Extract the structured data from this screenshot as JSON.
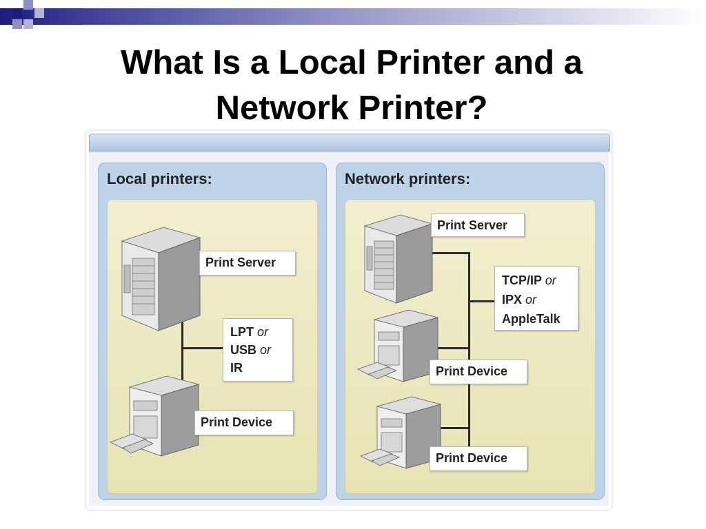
{
  "slide": {
    "title_line1": "What Is a Local Printer and a",
    "title_line2": "Network Printer?"
  },
  "colors": {
    "accent_dark": "#1c1c7a",
    "panel_blue": "#bdd3ea",
    "panel_inner": "#ede9c2"
  },
  "local": {
    "heading": "Local printers:",
    "print_server": "Print Server",
    "connection_line1": "LPT",
    "connection_line2": "USB",
    "connection_line3": "IR",
    "or": "or",
    "print_device": "Print Device"
  },
  "network": {
    "heading": "Network printers:",
    "print_server": "Print Server",
    "protocol_line1": "TCP/IP",
    "protocol_line2": "IPX",
    "protocol_line3": "AppleTalk",
    "or": "or",
    "print_device_1": "Print Device",
    "print_device_2": "Print Device"
  },
  "icons": [
    "server-icon",
    "printer-icon"
  ]
}
